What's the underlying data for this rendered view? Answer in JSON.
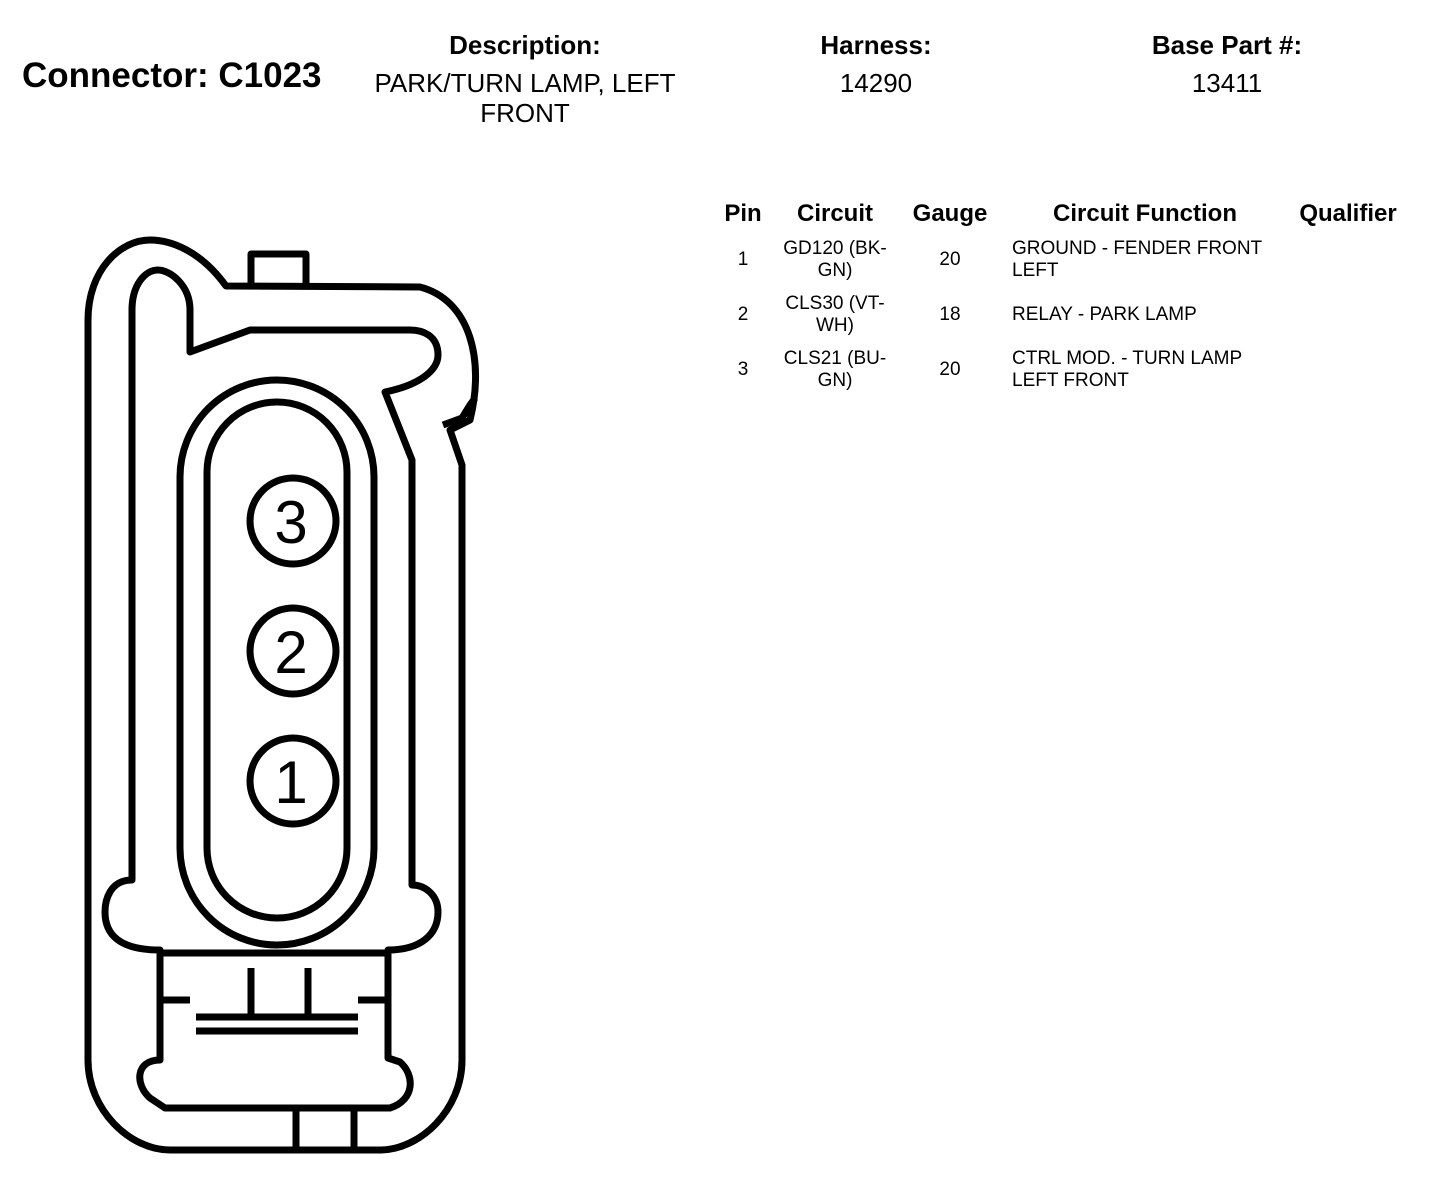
{
  "header": {
    "connector_label": "Connector: C1023",
    "description_label": "Description:",
    "description_value": "PARK/TURN LAMP, LEFT FRONT",
    "harness_label": "Harness:",
    "harness_value": "14290",
    "base_part_label": "Base Part #:",
    "base_part_value": "13411"
  },
  "table": {
    "columns": [
      "Pin",
      "Circuit",
      "Gauge",
      "Circuit Function",
      "Qualifier"
    ],
    "rows": [
      {
        "pin": "1",
        "circuit": "GD120 (BK-GN)",
        "gauge": "20",
        "function": "GROUND - FENDER FRONT LEFT",
        "qualifier": ""
      },
      {
        "pin": "2",
        "circuit": "CLS30 (VT-WH)",
        "gauge": "18",
        "function": "RELAY - PARK LAMP",
        "qualifier": ""
      },
      {
        "pin": "3",
        "circuit": "CLS21 (BU-GN)",
        "gauge": "20",
        "function": "CTRL MOD. - TURN LAMP LEFT FRONT",
        "qualifier": ""
      }
    ]
  },
  "diagram": {
    "pin_labels": [
      "3",
      "2",
      "1"
    ]
  }
}
